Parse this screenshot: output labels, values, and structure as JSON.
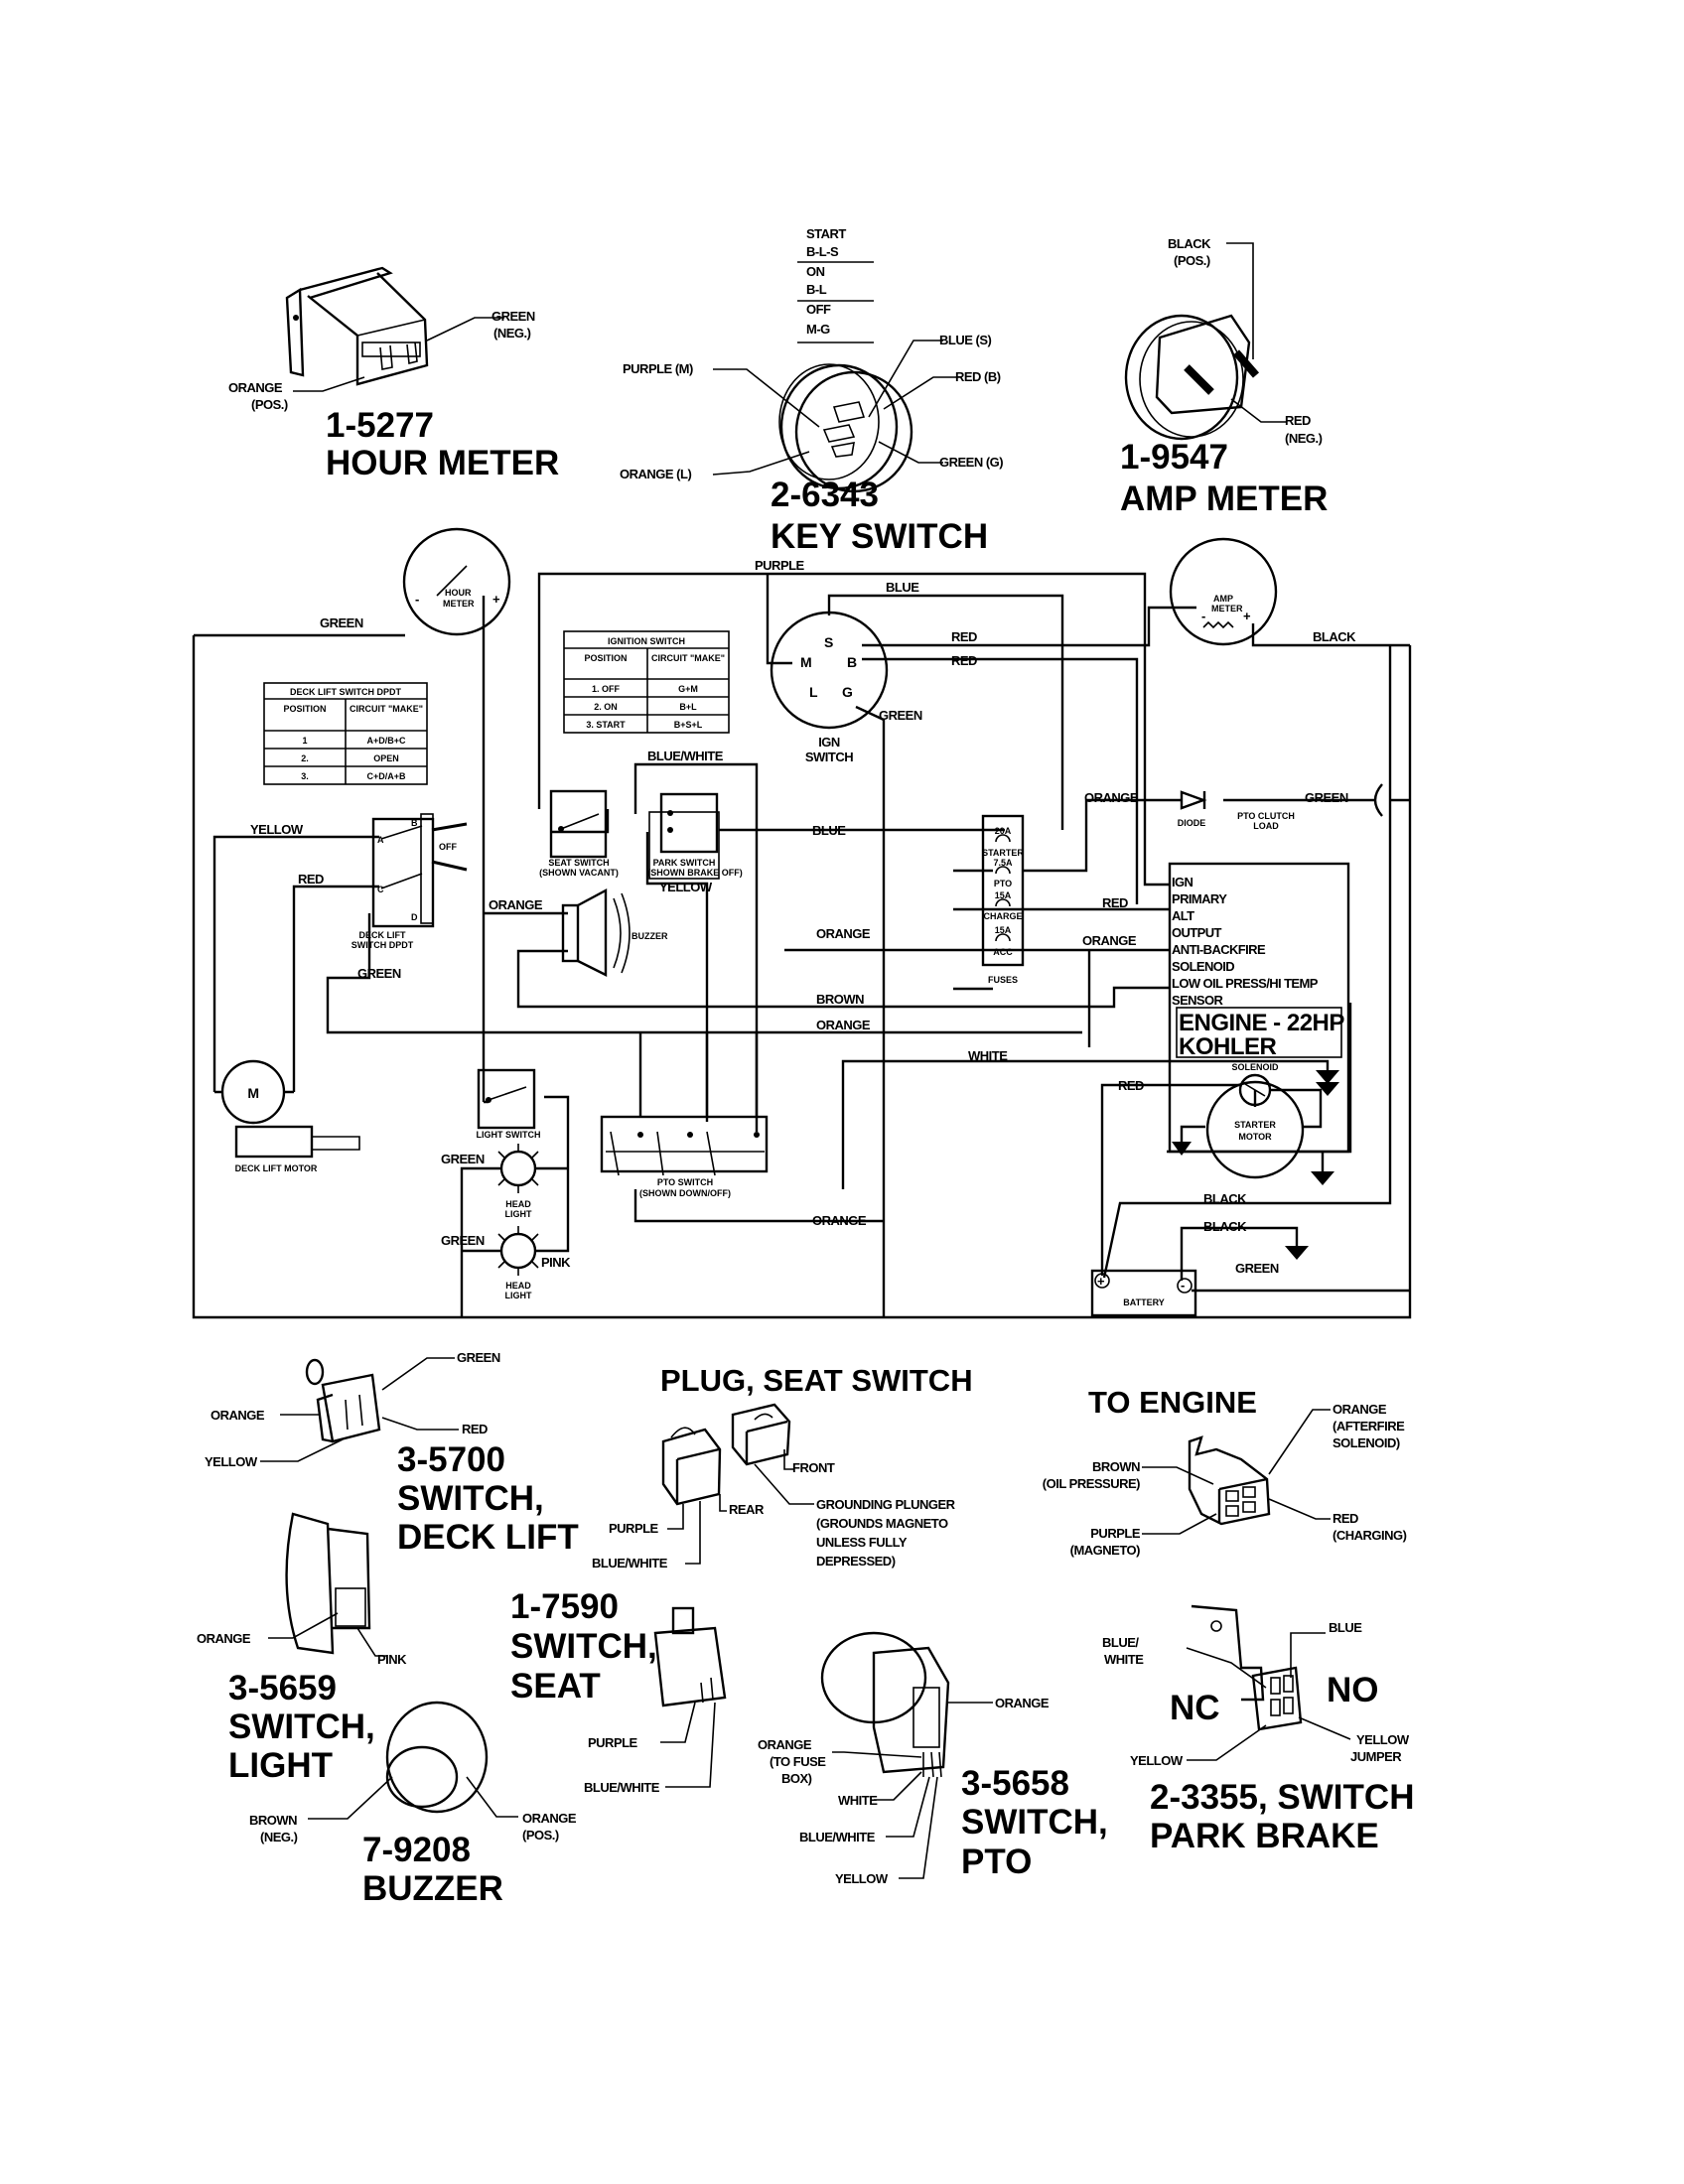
{
  "hour_meter": {
    "part_no": "1-5277",
    "name": "HOUR METER",
    "wire_neg": "GREEN",
    "wire_neg_note": "(NEG.)",
    "wire_pos": "ORANGE",
    "wire_pos_note": "(POS.)"
  },
  "key_switch": {
    "part_no": "2-6343",
    "name": "KEY SWITCH",
    "positions": [
      "START",
      "B-L-S",
      "ON",
      "B-L",
      "OFF",
      "M-G"
    ],
    "wires": {
      "m": "PURPLE (M)",
      "l": "ORANGE (L)",
      "s": "BLUE (S)",
      "b": "RED (B)",
      "g": "GREEN (G)"
    }
  },
  "amp_meter": {
    "part_no": "1-9547",
    "name": "AMP METER",
    "wire_pos": "BLACK",
    "wire_pos_note": "(POS.)",
    "wire_neg": "RED",
    "wire_neg_note": "(NEG.)"
  },
  "schematic": {
    "hour_meter": [
      "HOUR",
      "METER"
    ],
    "amp_meter": [
      "AMP",
      "METER"
    ],
    "ignition_table": {
      "title": "IGNITION SWITCH",
      "headers": [
        "POSITION",
        "CIRCUIT \"MAKE\""
      ],
      "rows": [
        [
          "1. OFF",
          "G+M"
        ],
        [
          "2. ON",
          "B+L"
        ],
        [
          "3. START",
          "B+S+L"
        ]
      ]
    },
    "deck_table": {
      "title": "DECK LIFT SWITCH DPDT",
      "headers": [
        "POSITION",
        "CIRCUIT \"MAKE\""
      ],
      "rows": [
        [
          "1",
          "A+D/B+C"
        ],
        [
          "2.",
          "OPEN"
        ],
        [
          "3.",
          "C+D/A+B"
        ]
      ]
    },
    "ign_switch": {
      "label": [
        "IGN",
        "SWITCH"
      ],
      "terminals": {
        "m": "M",
        "s": "S",
        "b": "B",
        "l": "L",
        "g": "G"
      }
    },
    "seat_switch": [
      "SEAT SWITCH",
      "(SHOWN VACANT)"
    ],
    "park_switch": [
      "PARK SWITCH",
      "(SHOWN BRAKE OFF)"
    ],
    "deck_lift_switch": {
      "label": [
        "DECK LIFT",
        "SWITCH DPDT"
      ],
      "terminals": {
        "a": "A",
        "b": "B",
        "c": "C",
        "d": "D"
      },
      "off": "OFF"
    },
    "buzzer": "BUZZER",
    "diode": "DIODE",
    "pto_clutch": [
      "PTO CLUTCH",
      "LOAD"
    ],
    "fuses_label": "FUSES",
    "fuses": [
      {
        "rating": "20A",
        "name": "STARTER"
      },
      {
        "rating": "7.5A",
        "name": "PTO"
      },
      {
        "rating": "15A",
        "name": "CHARGE"
      },
      {
        "rating": "15A",
        "name": "ACC"
      }
    ],
    "engine": {
      "terminals": [
        "IGN",
        "PRIMARY",
        "ALT",
        "OUTPUT",
        "ANTI-BACKFIRE",
        "SOLENOID",
        "LOW OIL PRESS/HI TEMP",
        "SENSOR"
      ],
      "title1": "ENGINE - 22HP",
      "title2": "KOHLER"
    },
    "solenoid": "SOLENOID",
    "starter": [
      "STARTER",
      "MOTOR"
    ],
    "battery": "BATTERY",
    "deck_motor": "DECK LIFT MOTOR",
    "motor_symbol": "M",
    "light_switch": "LIGHT SWITCH",
    "head_light": [
      "HEAD",
      "LIGHT"
    ],
    "pto_switch": [
      "PTO SWITCH",
      "(SHOWN DOWN/OFF)"
    ],
    "wires": {
      "green_top": "GREEN",
      "purple": "PURPLE",
      "blue_top": "BLUE",
      "red1": "RED",
      "red2": "RED",
      "black": "BLACK",
      "green_ign": "GREEN",
      "blue_white": "BLUE/WHITE",
      "yellow_left": "YELLOW",
      "red_left": "RED",
      "green_left": "GREEN",
      "orange_buzzer": "ORANGE",
      "yellow_park": "YELLOW",
      "blue": "BLUE",
      "orange_fuse_top": "ORANGE",
      "green_right": "GREEN",
      "red_alt": "RED",
      "orange_sol": "ORANGE",
      "orange_mid": "ORANGE",
      "brown": "BROWN",
      "orange_low": "ORANGE",
      "white": "WHITE",
      "red_batt": "RED",
      "green_hl1": "GREEN",
      "green_hl2": "GREEN",
      "pink": "PINK",
      "orange_bottom": "ORANGE",
      "black1": "BLACK",
      "black2": "BLACK",
      "green_batt": "GREEN"
    }
  },
  "deck_lift_part": {
    "part_no": "3-5700",
    "name1": "SWITCH,",
    "name2": "DECK LIFT",
    "wires": {
      "green": "GREEN",
      "orange": "ORANGE",
      "red": "RED",
      "yellow": "YELLOW"
    }
  },
  "seat_plug": {
    "title": "PLUG, SEAT SWITCH",
    "front": "FRONT",
    "rear": "REAR",
    "purple": "PURPLE",
    "blue_white": "BLUE/WHITE",
    "note": [
      "GROUNDING PLUNGER",
      "(GROUNDS MAGNETO",
      "UNLESS FULLY",
      "DEPRESSED)"
    ]
  },
  "engine_plug": {
    "title": "TO ENGINE",
    "orange": [
      "ORANGE",
      "(AFTERFIRE",
      "SOLENOID)"
    ],
    "brown": [
      "BROWN",
      "(OIL PRESSURE)"
    ],
    "purple": [
      "PURPLE",
      "(MAGNETO)"
    ],
    "red": [
      "RED",
      "(CHARGING)"
    ]
  },
  "light_part": {
    "part_no": "3-5659",
    "name1": "SWITCH,",
    "name2": "LIGHT",
    "orange": "ORANGE",
    "pink": "PINK"
  },
  "buzzer_part": {
    "part_no": "7-9208",
    "name": "BUZZER",
    "brown": [
      "BROWN",
      "(NEG.)"
    ],
    "orange": [
      "ORANGE",
      "(POS.)"
    ]
  },
  "seat_part": {
    "part_no": "1-7590",
    "name1": "SWITCH,",
    "name2": "SEAT",
    "purple": "PURPLE",
    "blue_white": "BLUE/WHITE"
  },
  "pto_part": {
    "part_no": "3-5658",
    "name1": "SWITCH,",
    "name2": "PTO",
    "orange_right": "ORANGE",
    "orange_fuse": [
      "ORANGE",
      "(TO FUSE",
      "BOX)"
    ],
    "white": "WHITE",
    "blue_white": "BLUE/WHITE",
    "yellow": "YELLOW"
  },
  "park_part": {
    "part_no_name": "2-3355, SWITCH",
    "name2": "PARK BRAKE",
    "blue_white": [
      "BLUE/",
      "WHITE"
    ],
    "blue": "BLUE",
    "nc": "NC",
    "no": "NO",
    "yellow": "YELLOW",
    "jumper": [
      "YELLOW",
      "JUMPER"
    ]
  }
}
